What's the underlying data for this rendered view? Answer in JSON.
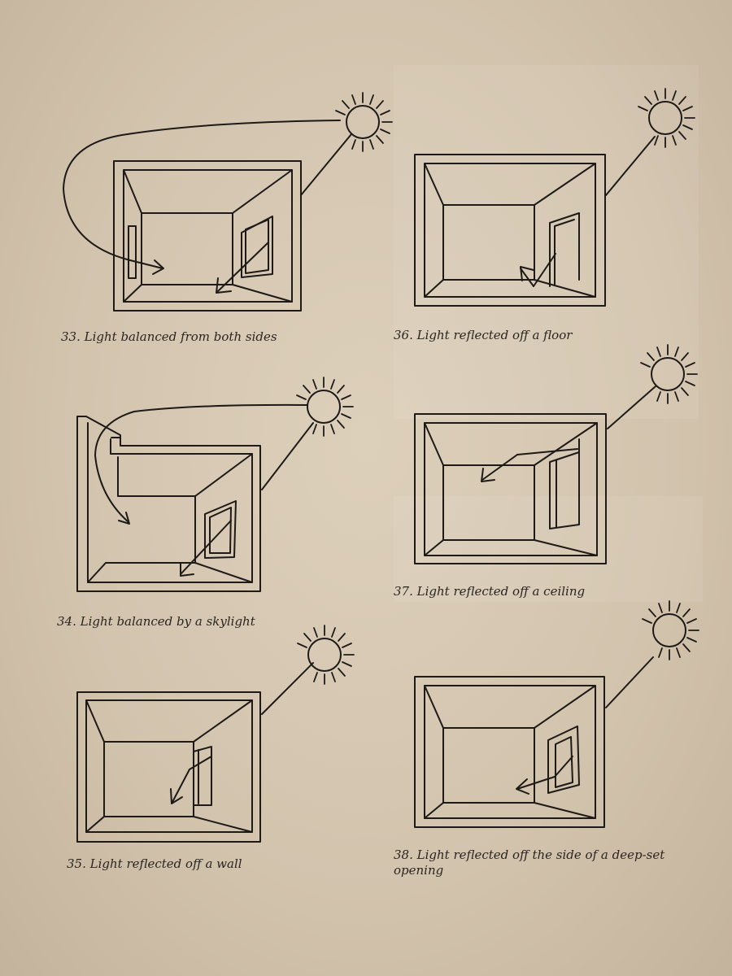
{
  "figures": [
    {
      "caption": "33. Light balanced from both sides",
      "shows": "sun-icon"
    },
    {
      "caption": "34. Light balanced by a skylight",
      "shows": "sun-icon"
    },
    {
      "caption": "35. Light reflected off a wall",
      "shows": "sun-icon"
    },
    {
      "caption": "36. Light reflected off a floor",
      "shows": "sun-icon"
    },
    {
      "caption": "37. Light reflected off a ceiling",
      "shows": "sun-icon"
    },
    {
      "caption": "38. Light reflected off the side of a deep-set opening",
      "shows": "sun-icon"
    }
  ],
  "colors": {
    "ink": "#1d1a17",
    "paper": "#d8cab4"
  }
}
